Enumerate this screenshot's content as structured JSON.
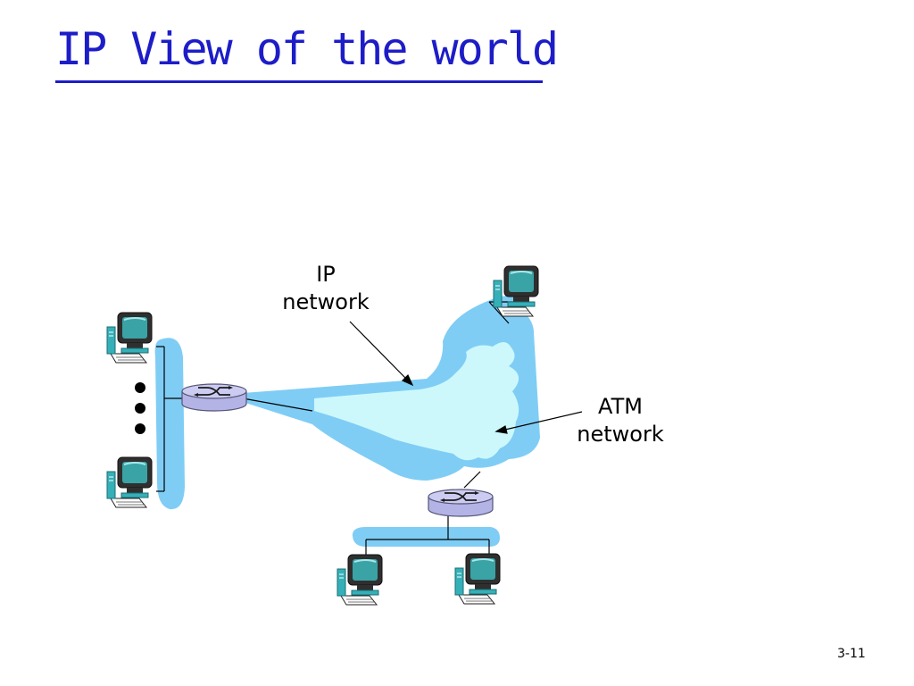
{
  "slide": {
    "title": "IP View of the world",
    "slide_number": "3-11"
  },
  "labels": {
    "ip_network": [
      "IP",
      "network"
    ],
    "atm_network": [
      "ATM",
      "network"
    ]
  },
  "icons": {
    "router": "router-icon",
    "computer": "desktop-computer-icon",
    "ellipsis": "vertical-dots-icon"
  },
  "colors": {
    "title": "#1d1dc8",
    "ip_network_fill": "#7fcdf5",
    "atm_network_fill": "#ccf8fc",
    "router_fill": "#ccccf2",
    "monitor_frame": "#2f2f2f",
    "monitor_screen": "#3aa3a6",
    "computer_body": "#36b0b8"
  }
}
